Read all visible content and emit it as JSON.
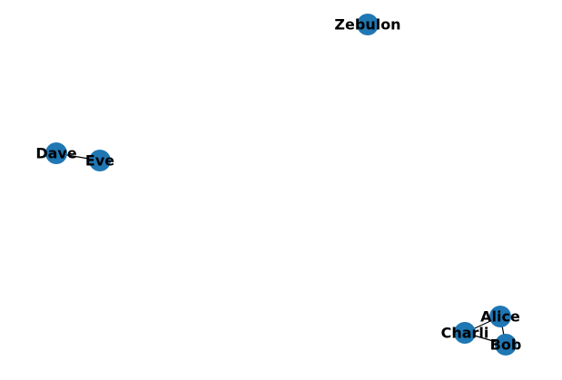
{
  "graph": {
    "node_color": "#1f77b4",
    "edge_color": "#000000",
    "label_color": "#000000",
    "nodes": [
      {
        "id": "zebulon",
        "label": "Zebulon"
      },
      {
        "id": "dave",
        "label": "Dave"
      },
      {
        "id": "eve",
        "label": "Eve"
      },
      {
        "id": "alice",
        "label": "Alice"
      },
      {
        "id": "charli",
        "label": "Charli"
      },
      {
        "id": "bob",
        "label": "Bob"
      }
    ],
    "edges": [
      {
        "source": "dave",
        "target": "eve"
      },
      {
        "source": "alice",
        "target": "charli"
      },
      {
        "source": "alice",
        "target": "bob"
      },
      {
        "source": "charli",
        "target": "bob"
      }
    ]
  }
}
